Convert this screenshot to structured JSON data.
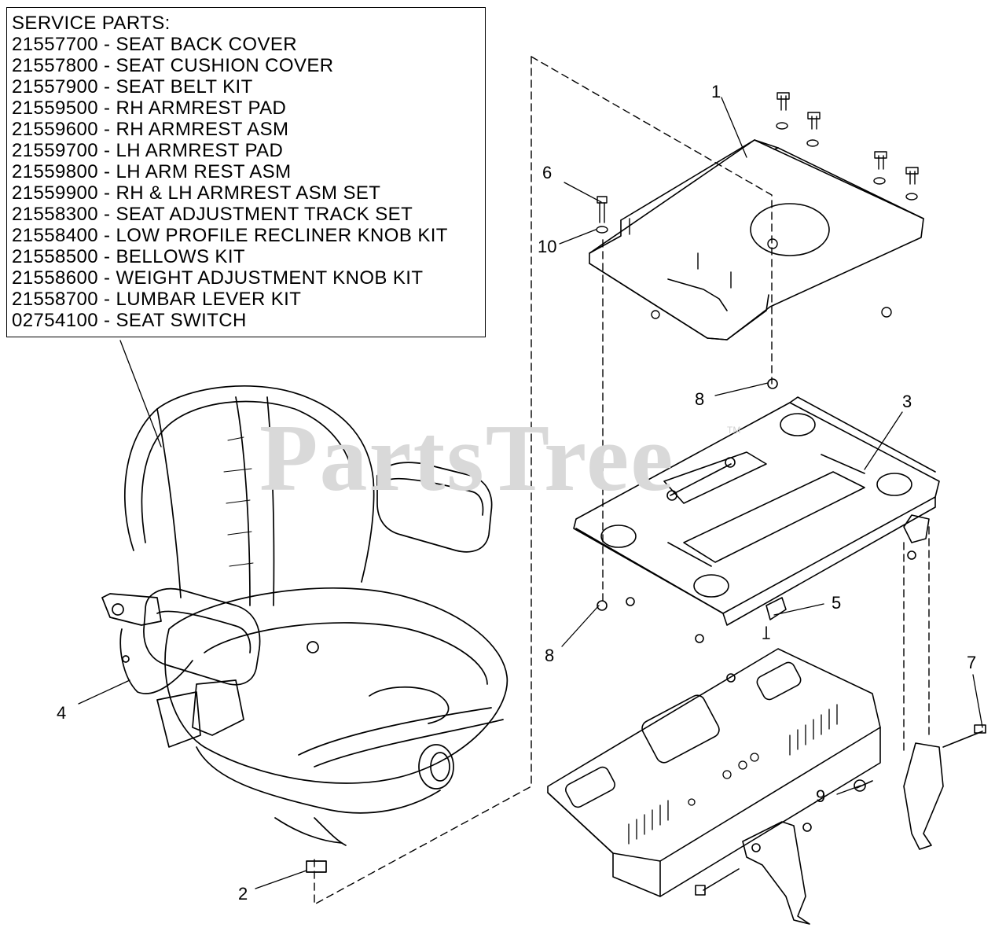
{
  "service_parts": {
    "title": "SERVICE PARTS:",
    "items": [
      "21557700 - SEAT BACK COVER",
      "21557800 - SEAT CUSHION COVER",
      "21557900 - SEAT BELT KIT",
      "21559500 - RH ARMREST PAD",
      "21559600 - RH ARMREST ASM",
      "21559700 - LH ARMREST PAD",
      "21559800 - LH ARM REST ASM",
      "21559900 - RH & LH ARMREST ASM SET",
      "21558300 - SEAT ADJUSTMENT TRACK SET",
      "21558400 - LOW PROFILE RECLINER KNOB KIT",
      "21558500 - BELLOWS KIT",
      "21558600 - WEIGHT ADJUSTMENT KNOB KIT",
      "21558700 - LUMBAR LEVER KIT",
      "02754100 - SEAT SWITCH"
    ]
  },
  "callouts": [
    "1",
    "2",
    "3",
    "4",
    "5",
    "6",
    "7",
    "8",
    "8",
    "9",
    "10"
  ],
  "watermark": "PartsTree",
  "watermark_mark": "TM"
}
